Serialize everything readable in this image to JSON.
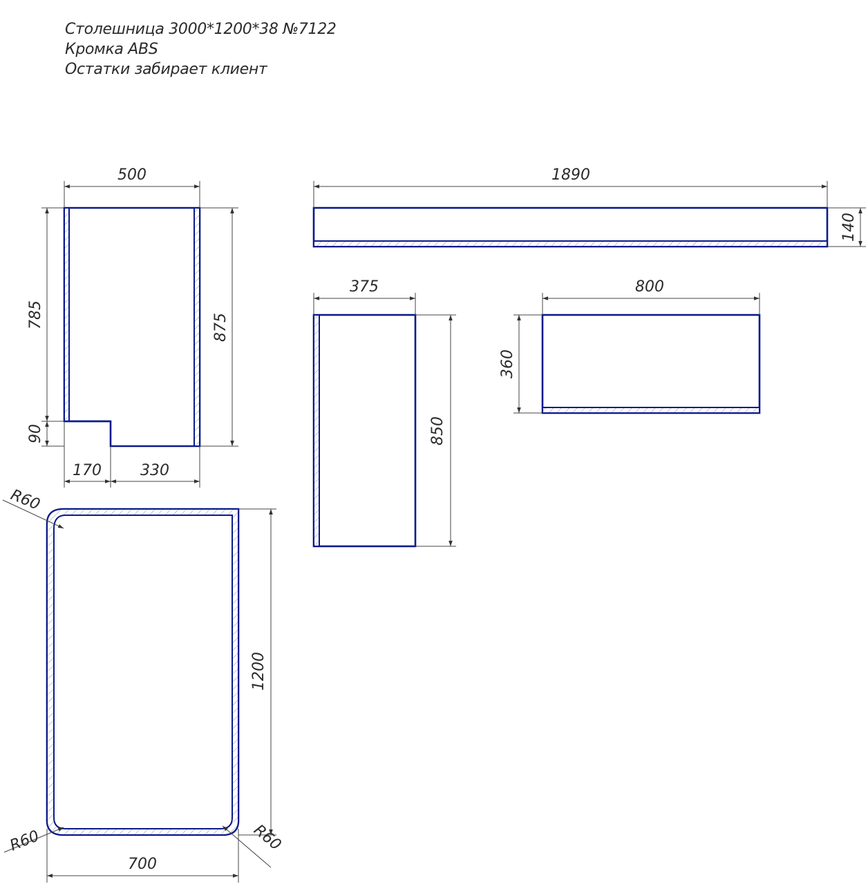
{
  "notes": {
    "line1": "Столешница 3000*1200*38 №7122",
    "line2": "Кромка ABS",
    "line3": "Остатки забирает клиент"
  },
  "colors": {
    "outline": "#0a1a8c",
    "dimension": "#444444",
    "text": "#2b2b2b"
  },
  "parts": {
    "p1": {
      "width": "500",
      "height_upper": "785",
      "height_lower": "90",
      "height_right": "875",
      "notch_width": "170",
      "bottom_width": "330"
    },
    "p2": {
      "width": "1890",
      "height": "140"
    },
    "p3": {
      "width": "375",
      "height": "850"
    },
    "p4": {
      "width": "800",
      "height": "360"
    },
    "p5": {
      "width": "700",
      "height": "1200",
      "radius_tl": "R60",
      "radius_bl": "R60",
      "radius_br": "R60"
    }
  }
}
